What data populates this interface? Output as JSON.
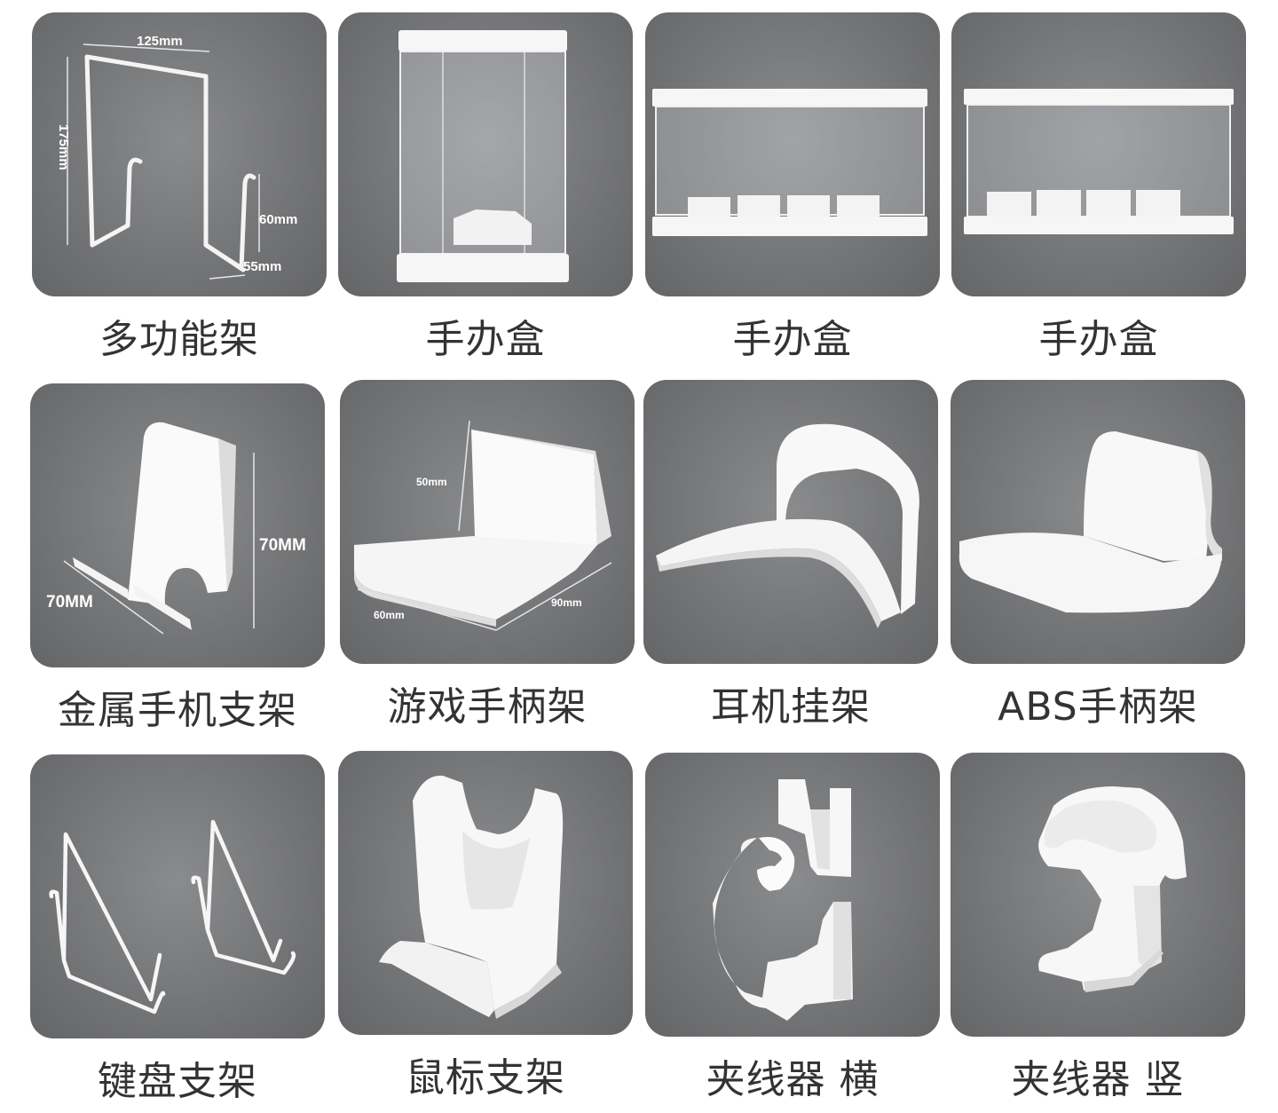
{
  "products": [
    {
      "label": "多功能架",
      "icon": "wire-rack-icon",
      "dims": [
        "125mm",
        "175mm",
        "60mm",
        "55mm"
      ]
    },
    {
      "label": "手办盒",
      "icon": "tall-display-box-icon",
      "dims": []
    },
    {
      "label": "手办盒",
      "icon": "wide-display-box-icon",
      "dims": []
    },
    {
      "label": "手办盒",
      "icon": "wide-display-box-icon",
      "dims": []
    },
    {
      "label": "金属手机支架",
      "icon": "phone-stand-icon",
      "dims": [
        "70MM",
        "70MM"
      ]
    },
    {
      "label": "游戏手柄架",
      "icon": "controller-holder-icon",
      "dims": [
        "50mm",
        "60mm",
        "90mm"
      ]
    },
    {
      "label": "耳机挂架",
      "icon": "headphone-hanger-icon",
      "dims": []
    },
    {
      "label": "ABS手柄架",
      "icon": "abs-controller-holder-icon",
      "dims": []
    },
    {
      "label": "键盘支架",
      "icon": "keyboard-stand-icon",
      "dims": []
    },
    {
      "label": "鼠标支架",
      "icon": "mouse-holder-icon",
      "dims": []
    },
    {
      "label": "夹线器 横",
      "icon": "cable-clip-horizontal-icon",
      "dims": []
    },
    {
      "label": "夹线器 竖",
      "icon": "cable-clip-vertical-icon",
      "dims": []
    }
  ],
  "colors": {
    "card_background": "#6f7072",
    "product": "#ffffff",
    "caption": "#333333"
  }
}
